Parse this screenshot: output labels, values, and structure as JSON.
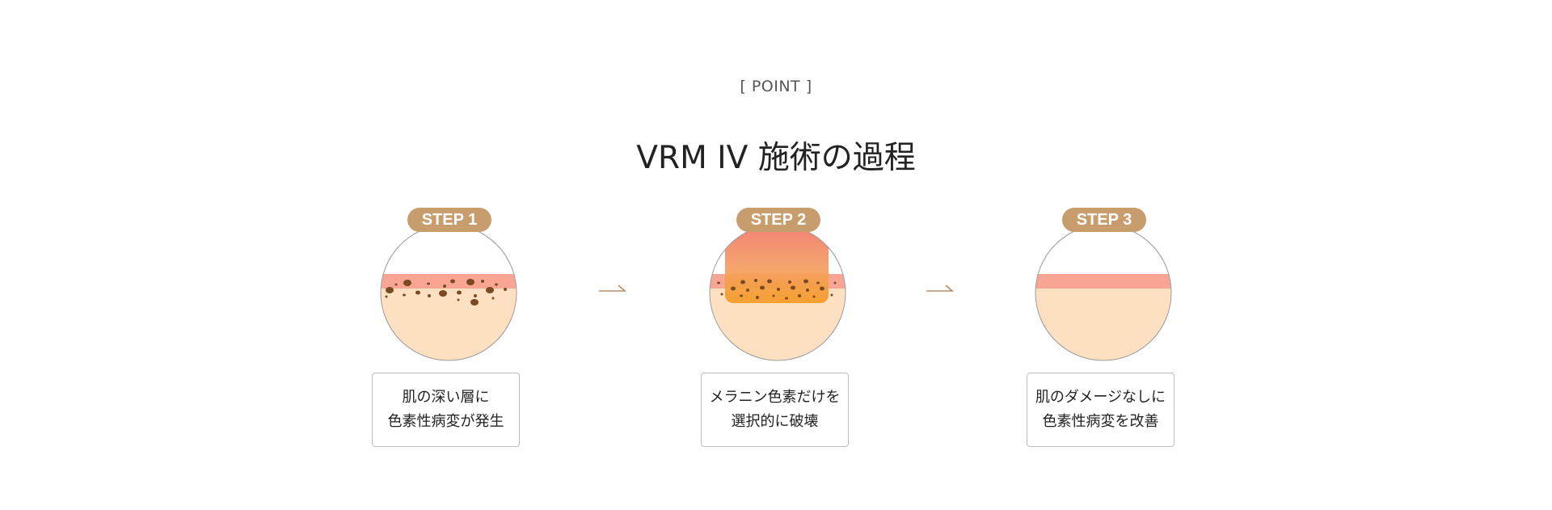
{
  "header": {
    "eyebrow": "[ POINT ]",
    "title": "VRM IV 施術の過程"
  },
  "steps": [
    {
      "badge": "STEP 1",
      "lines": [
        "肌の深い層に",
        "色素性病変が発生"
      ]
    },
    {
      "badge": "STEP 2",
      "lines": [
        "メラニン色素だけを",
        "選択的に破壊"
      ]
    },
    {
      "badge": "STEP 3",
      "lines": [
        "肌のダメージなしに",
        "色素性病変を改善"
      ]
    }
  ],
  "colors": {
    "badge": "#c89d6e",
    "skin": "#fddfc1",
    "epidermis": "#f9a594",
    "melanin": "#7a4b22",
    "laser_top": "#f27a6e",
    "laser_bottom": "#f59c28",
    "arrow": "#b98d67"
  },
  "icons": {
    "arrow": "right-arrow-icon"
  }
}
